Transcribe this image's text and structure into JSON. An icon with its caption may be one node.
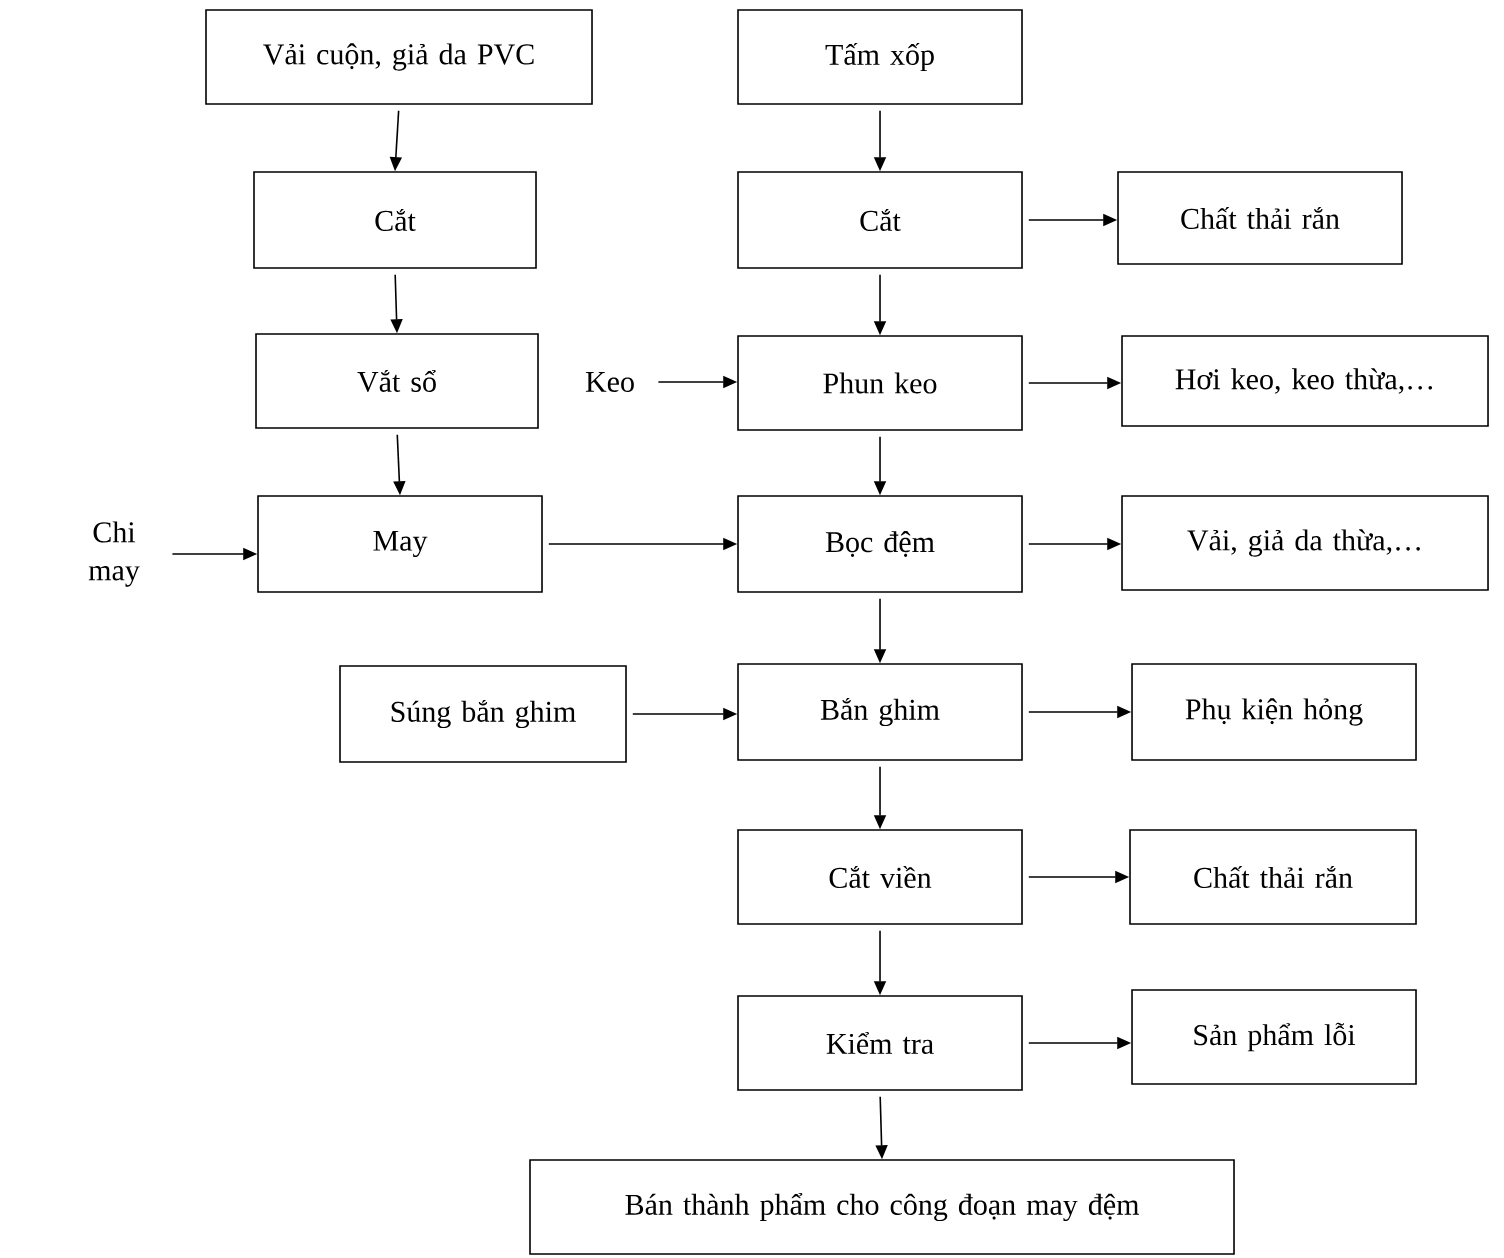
{
  "diagram": {
    "nodes": [
      {
        "text": [
          "Vải cuộn, giả da PVC"
        ]
      },
      {
        "text": [
          "Cắt"
        ]
      },
      {
        "text": [
          "Vắt sổ"
        ]
      },
      {
        "text": [
          "Chi may"
        ]
      },
      {
        "text": [
          "May"
        ]
      },
      {
        "text": [
          "Tấm xốp"
        ]
      },
      {
        "text": [
          "Cắt"
        ]
      },
      {
        "text": [
          "Chất thải rắn"
        ]
      },
      {
        "text": [
          "Keo"
        ]
      },
      {
        "text": [
          "Phun keo"
        ]
      },
      {
        "text": [
          "Hơi keo, keo thừa,…"
        ]
      },
      {
        "text": [
          "Bọc đệm"
        ]
      },
      {
        "text": [
          "Vải, giả da thừa,…"
        ]
      },
      {
        "text": [
          "Súng bắn ghim"
        ]
      },
      {
        "text": [
          "Bắn ghim"
        ]
      },
      {
        "text": [
          "Phụ kiện hỏng"
        ]
      },
      {
        "text": [
          "Cắt viền"
        ]
      },
      {
        "text": [
          "Chất thải rắn"
        ]
      },
      {
        "text": [
          "Kiểm tra"
        ]
      },
      {
        "text": [
          "Sản phẩm lỗi"
        ]
      },
      {
        "text": [
          "Bán thành phẩm cho công đoạn may đệm"
        ]
      }
    ],
    "edges": [
      {
        "from": 0,
        "to": 1,
        "arrow": "to"
      },
      {
        "from": 1,
        "to": 2,
        "arrow": "to"
      },
      {
        "from": 2,
        "to": 4,
        "arrow": "to"
      },
      {
        "from": 3,
        "to": 4,
        "arrow": "to"
      },
      {
        "from": 5,
        "to": 6,
        "arrow": "to"
      },
      {
        "from": 6,
        "to": 7,
        "arrow": "to"
      },
      {
        "from": 6,
        "to": 9,
        "arrow": "to"
      },
      {
        "from": 8,
        "to": 9,
        "arrow": "to"
      },
      {
        "from": 9,
        "to": 10,
        "arrow": "to"
      },
      {
        "from": 9,
        "to": 11,
        "arrow": "to"
      },
      {
        "from": 4,
        "to": 11,
        "arrow": "to"
      },
      {
        "from": 11,
        "to": 12,
        "arrow": "to"
      },
      {
        "from": 11,
        "to": 14,
        "arrow": "to"
      },
      {
        "from": 13,
        "to": 14,
        "arrow": "to"
      },
      {
        "from": 14,
        "to": 15,
        "arrow": "to"
      },
      {
        "from": 14,
        "to": 16,
        "arrow": "to"
      },
      {
        "from": 16,
        "to": 17,
        "arrow": "to"
      },
      {
        "from": 16,
        "to": 18,
        "arrow": "to"
      },
      {
        "from": 18,
        "to": 19,
        "arrow": "to"
      },
      {
        "from": 18,
        "to": 20,
        "arrow": "to"
      }
    ]
  }
}
